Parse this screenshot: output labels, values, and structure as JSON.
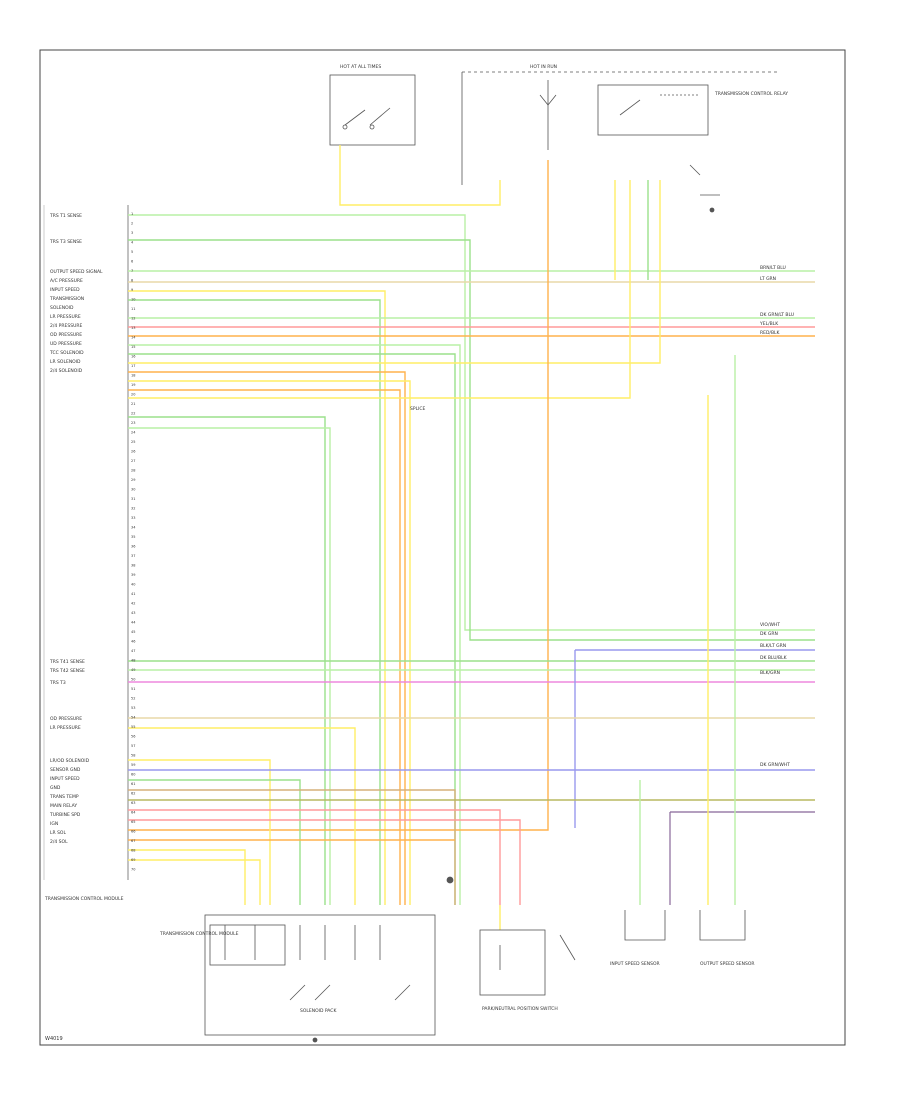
{
  "diagram": {
    "footer_code": "W4019",
    "pin_labels_left": [
      "TRS T1 SENSE",
      "TRS T3 SENSE",
      "OUTPUT SPEED SIGNAL",
      "A/C PRESSURE",
      "INPUT SPEED",
      "TRANSMISSION",
      "SOLENOID",
      "LR PRESSURE",
      "2/4 PRESSURE",
      "OD PRESSURE",
      "UD PRESSURE",
      "TCC SOLENOID",
      "LR SOLENOID",
      "2/4 SOLENOID"
    ],
    "pin_labels_lower_left": [
      "TRS T41 SENSE",
      "TRS T42 SENSE",
      "TRS T3",
      "OD PRESSURE",
      "LR PRESSURE",
      "LR/OD SOLENOID",
      "SENSOR GND",
      "INPUT SPEED",
      "GND",
      "TRANS TEMP",
      "MAIN RELAY",
      "TURBINE SPD",
      "IGN",
      "LR SOL",
      "2/4 SOL"
    ],
    "right_wire_labels": [
      "BRN/LT BLU",
      "LT GRN",
      "DK GRN/LT BLU",
      "YEL/BLK",
      "RED/BLK",
      "VIO/WHT",
      "DK GRN",
      "BLK/LT GRN",
      "DK BLU/BLK",
      "BLK/GRN",
      "DK GRN/WHT"
    ],
    "component_labels": {
      "fuse_top_left": "HOT AT ALL TIMES",
      "fuse_top_mid": "HOT IN RUN",
      "relay_right": "TRANSMISSION CONTROL RELAY",
      "splice": "SPLICE",
      "pcm": "TRANSMISSION CONTROL MODULE",
      "solenoid_block": "SOLENOID PACK",
      "speed_sensor_in": "INPUT SPEED SENSOR",
      "speed_sensor_out": "OUTPUT SPEED SENSOR",
      "switch_bottom": "PARK/NEUTRAL POSITION SWITCH",
      "bottom_left_note": "TRANSMISSION CONTROL MODULE"
    }
  }
}
